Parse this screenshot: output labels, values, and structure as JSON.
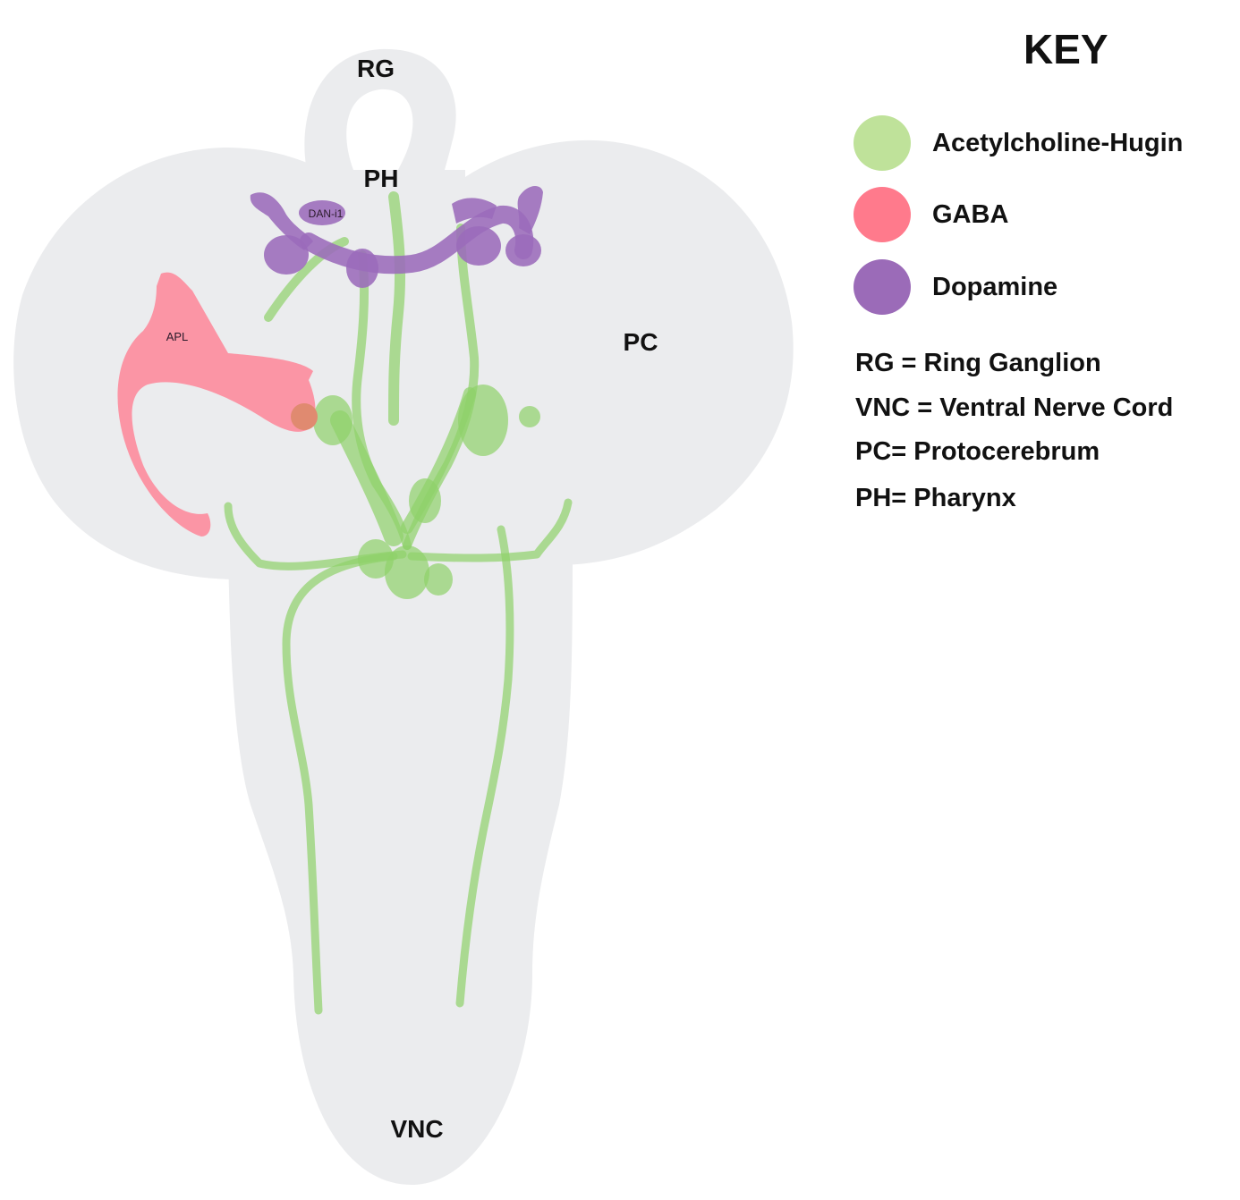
{
  "regions": {
    "ring_ganglion": "RG",
    "pharynx": "PH",
    "protocerebrum": "PC",
    "ventral_nerve_cord": "VNC"
  },
  "neurons": {
    "dopamine_label": "DAN-i1",
    "gaba_label": "APL"
  },
  "colors": {
    "tissue": "#ebecee",
    "acetylcholine_hugin": "#8fd16a",
    "gaba": "#ff7f92",
    "dopamine": "#9b6bbb"
  },
  "key": {
    "title": "KEY",
    "legend": [
      {
        "label": "Acetylcholine-Hugin",
        "color": "#bfe29a"
      },
      {
        "label": "GABA",
        "color": "#ff7a8c"
      },
      {
        "label": "Dopamine",
        "color": "#9b6bb8"
      }
    ],
    "abbreviations": [
      "RG = Ring Ganglion",
      "VNC = Ventral Nerve Cord",
      "PC= Protocerebrum",
      "PH= Pharynx"
    ]
  }
}
